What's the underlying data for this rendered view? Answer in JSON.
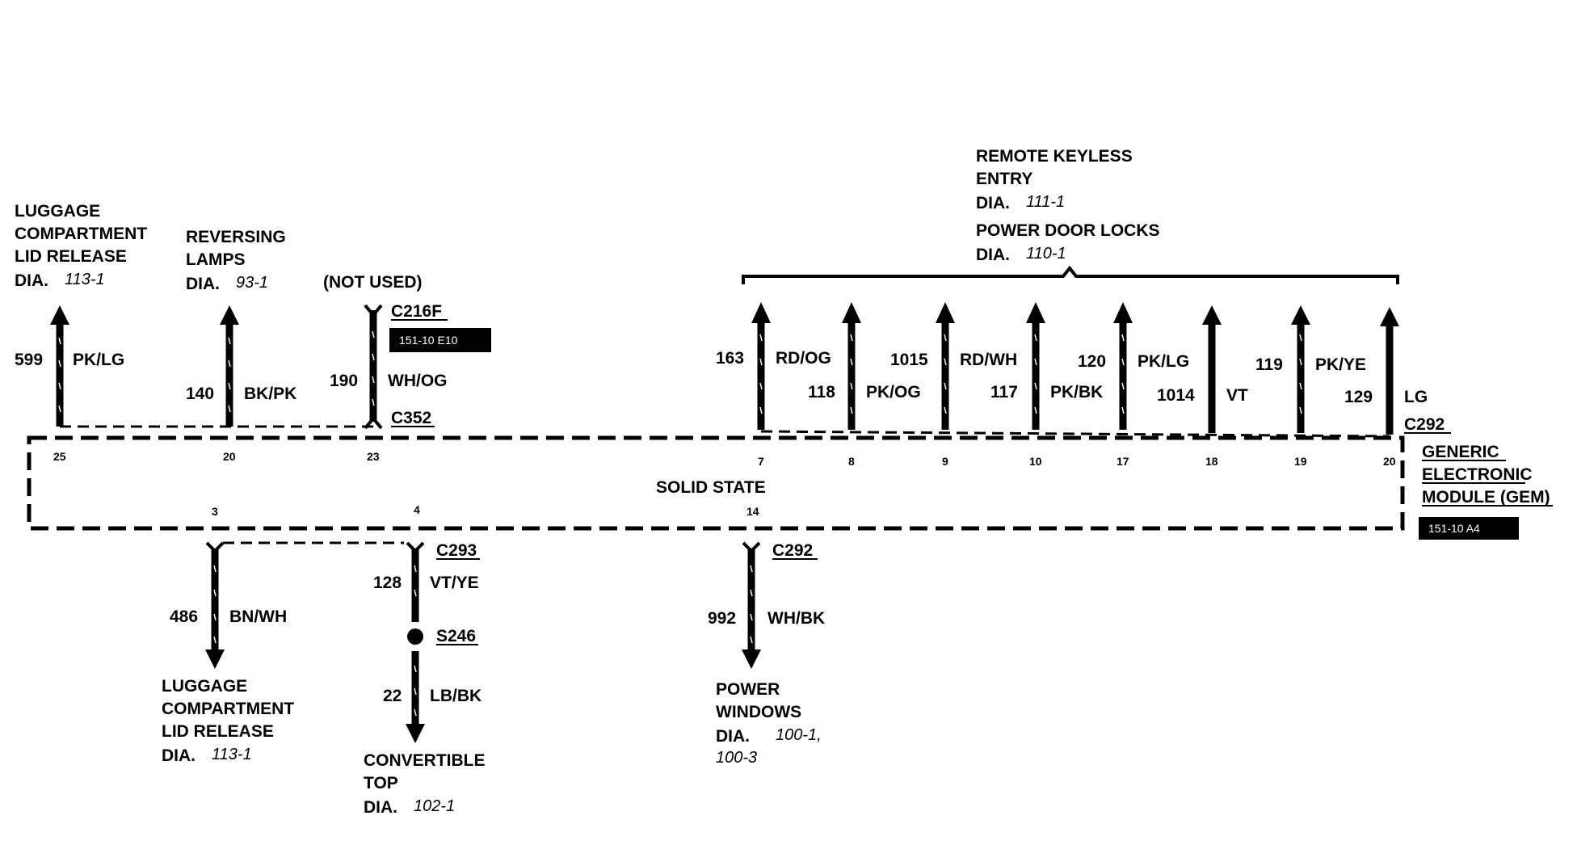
{
  "module": {
    "name_lines": [
      "GENERIC",
      "ELECTRONIC",
      "MODULE (GEM)"
    ],
    "badge": "151-10 A4",
    "type_label": "SOLID STATE",
    "connector_top_right": "C292"
  },
  "top_circuits": [
    {
      "pin": "25",
      "circuit": "599",
      "color": "PK/LG"
    },
    {
      "pin": "20",
      "circuit": "140",
      "color": "BK/PK"
    },
    {
      "pin": "23",
      "circuit": "190",
      "color": "WH/OG"
    },
    {
      "pin": "7",
      "circuit": "163",
      "color": "RD/OG"
    },
    {
      "pin": "8",
      "circuit": "118",
      "color": "PK/OG"
    },
    {
      "pin": "9",
      "circuit": "1015",
      "color": "RD/WH"
    },
    {
      "pin": "10",
      "circuit": "117",
      "color": "PK/BK"
    },
    {
      "pin": "17",
      "circuit": "120",
      "color": "PK/LG"
    },
    {
      "pin": "18",
      "circuit": "1014",
      "color": "VT"
    },
    {
      "pin": "19",
      "circuit": "119",
      "color": "PK/YE"
    },
    {
      "pin": "20",
      "circuit": "129",
      "color": "LG"
    }
  ],
  "bottom_circuits": [
    {
      "pin": "3",
      "circuit": "486",
      "color": "BN/WH"
    },
    {
      "pin": "4",
      "circuit": "128",
      "color": "VT/YE"
    },
    {
      "pin": "4",
      "circuit": "22",
      "color": "LB/BK"
    },
    {
      "pin": "14",
      "circuit": "992",
      "color": "WH/BK"
    }
  ],
  "connectors": {
    "c216f": "C216F",
    "c216f_badge": "151-10 E10",
    "c352": "C352",
    "c293": "C293",
    "s246": "S246",
    "c292_bottom": "C292"
  },
  "destinations": {
    "luggage_top": {
      "lines": [
        "LUGGAGE",
        "COMPARTMENT",
        "LID RELEASE"
      ],
      "dia": "DIA.",
      "ref": "113-1"
    },
    "reversing": {
      "lines": [
        "REVERSING",
        "LAMPS"
      ],
      "dia": "DIA.",
      "ref": "93-1"
    },
    "not_used": "(NOT USED)",
    "remote_keyless": {
      "lines": [
        "REMOTE KEYLESS",
        "ENTRY"
      ],
      "dia": "DIA.",
      "ref": "111-1"
    },
    "power_locks": {
      "lines": [
        "POWER DOOR LOCKS"
      ],
      "dia": "DIA.",
      "ref": "110-1"
    },
    "luggage_bottom": {
      "lines": [
        "LUGGAGE",
        "COMPARTMENT",
        "LID RELEASE"
      ],
      "dia": "DIA.",
      "ref": "113-1"
    },
    "convertible": {
      "lines": [
        "CONVERTIBLE",
        "TOP"
      ],
      "dia": "DIA.",
      "ref": "102-1"
    },
    "power_windows": {
      "lines": [
        "POWER",
        "WINDOWS"
      ],
      "dia": "DIA.",
      "ref": "100-1,",
      "ref2": "100-3"
    }
  }
}
